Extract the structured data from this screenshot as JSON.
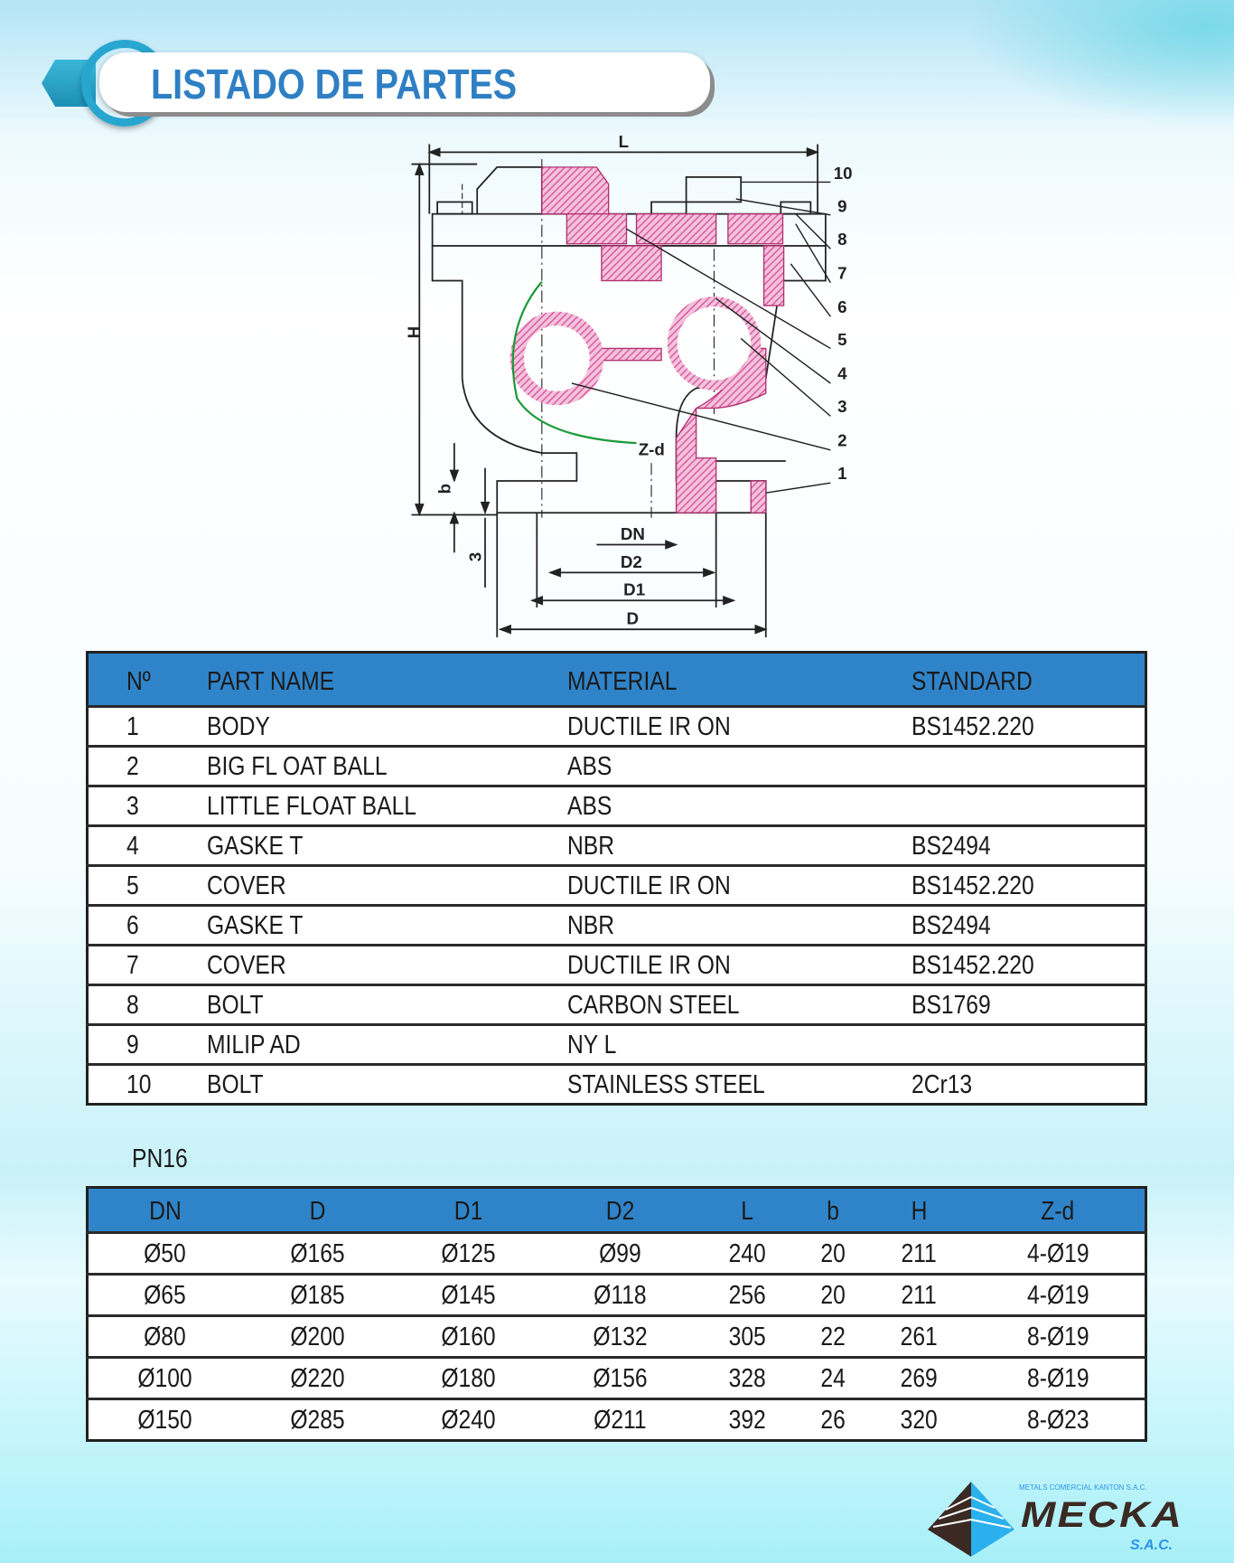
{
  "header": {
    "title": "LISTADO DE PARTES"
  },
  "diagram": {
    "dimension_labels": {
      "L": "L",
      "H": "H",
      "b": "b",
      "three": "3",
      "DN": "DN",
      "D2": "D2",
      "D1": "D1",
      "D": "D",
      "Zd": "Z-d"
    },
    "callouts": [
      "1",
      "2",
      "3",
      "4",
      "5",
      "6",
      "7",
      "8",
      "9",
      "10"
    ],
    "colors": {
      "hatch": "#d9559a",
      "line": "#222222",
      "green": "#1a9a3a"
    }
  },
  "parts_table": {
    "headers": [
      "Nº",
      "PART NAME",
      "MATERIAL",
      "STANDARD"
    ],
    "rows": [
      [
        "1",
        "BODY",
        "DUCTILE IR  ON",
        "BS1452.220"
      ],
      [
        "2",
        "BIG FL OAT BALL",
        "ABS",
        ""
      ],
      [
        "3",
        "LITTLE FLOAT BALL",
        "ABS",
        ""
      ],
      [
        "4",
        "GASKE T",
        "NBR",
        "BS2494"
      ],
      [
        "5",
        "COVER",
        "DUCTILE IR  ON",
        "BS1452.220"
      ],
      [
        "6",
        "GASKE T",
        "NBR",
        "BS2494"
      ],
      [
        "7",
        "COVER",
        "DUCTILE IR  ON",
        "BS1452.220"
      ],
      [
        "8",
        "BOLT",
        "CARBON STEEL",
        "BS1769"
      ],
      [
        "9",
        "MILIP AD",
        "NY  L",
        ""
      ],
      [
        "10",
        "BOLT",
        "STAINLESS STEEL",
        "2Cr13"
      ]
    ]
  },
  "pressure_label": "PN16",
  "dims_table": {
    "headers": [
      "DN",
      "D",
      "D1",
      "D2",
      "L",
      "b",
      "H",
      "Z-d"
    ],
    "rows": [
      [
        "Ø50",
        "Ø165",
        "Ø125",
        "Ø99",
        "240",
        "20",
        "211",
        "4-Ø19"
      ],
      [
        "Ø65",
        "Ø185",
        "Ø145",
        "Ø118",
        "256",
        "20",
        "211",
        "4-Ø19"
      ],
      [
        "Ø80",
        "Ø200",
        "Ø160",
        "Ø132",
        "305",
        "22",
        "261",
        "8-Ø19"
      ],
      [
        "Ø100",
        "Ø220",
        "Ø180",
        "Ø156",
        "328",
        "24",
        "269",
        "8-Ø19"
      ],
      [
        "Ø150",
        "Ø285",
        "Ø240",
        "Ø211",
        "392",
        "26",
        "320",
        "8-Ø23"
      ]
    ]
  },
  "logo": {
    "tagline": "METALS COMERCIAL KANTON S.A.C.",
    "name": "MECKA",
    "suffix": "S.A.C."
  },
  "colors": {
    "accent": "#2e7fc4",
    "table_header": "#2f84c9",
    "logo_brown": "#3b2a23",
    "logo_blue": "#2c93e6"
  }
}
